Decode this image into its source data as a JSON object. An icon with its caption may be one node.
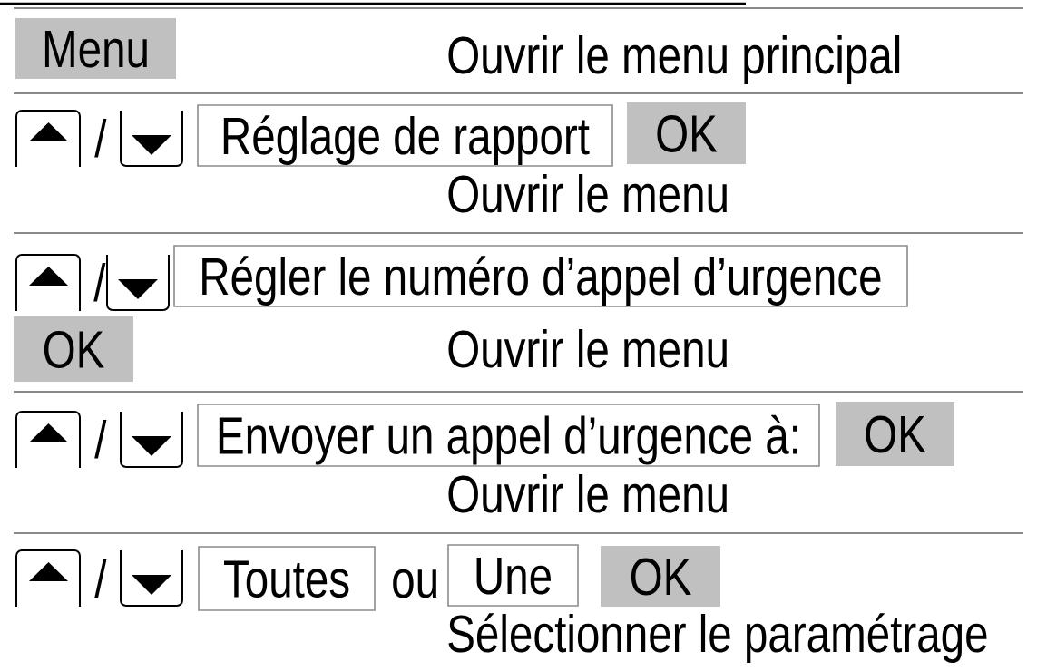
{
  "diagram": {
    "nodes": [
      {
        "text": [
          "Menu"
        ]
      },
      {
        "text": [
          "Réglage de rapport"
        ]
      },
      {
        "text": [
          "OK"
        ]
      },
      {
        "text": [
          "Régler le numéro d’appel d’urgence"
        ]
      },
      {
        "text": [
          "OK"
        ]
      },
      {
        "text": [
          "Envoyer un appel d’urgence à:"
        ]
      },
      {
        "text": [
          "OK"
        ]
      },
      {
        "text": [
          "Toutes"
        ]
      },
      {
        "text": [
          "Une"
        ]
      },
      {
        "text": [
          "OK"
        ]
      }
    ],
    "labels": [
      "Ouvrir le menu principal",
      "/",
      "Ouvrir le menu",
      "/",
      "Ouvrir le menu",
      "/",
      "Ouvrir le menu",
      "/",
      "ou",
      "Sélectionner le paramétrage"
    ]
  }
}
